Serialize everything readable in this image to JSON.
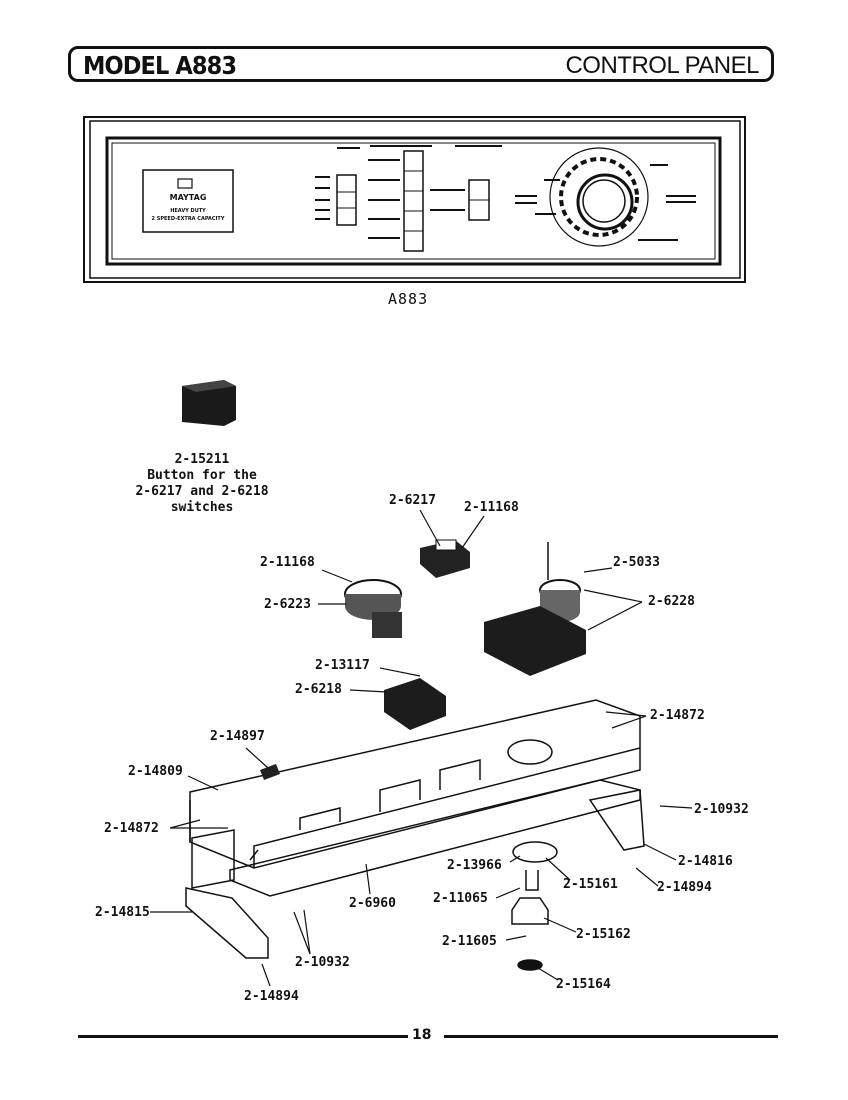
{
  "header": {
    "model": "MODEL A883",
    "section": "CONTROL PANEL"
  },
  "panel": {
    "caption": "A883",
    "brand": "MAYTAG",
    "badge_line1": "HEAVY DUTY",
    "badge_line2": "2 SPEED-EXTRA CAPACITY"
  },
  "button_part": {
    "number": "2-15211",
    "desc_lines": [
      "Button for the",
      "2-6217 and 2-6218",
      "switches"
    ]
  },
  "part_labels": [
    "2-6217",
    "2-11168",
    "2-11168",
    "2-5033",
    "2-6223",
    "2-6228",
    "2-13117",
    "2-6218",
    "2-14872",
    "2-14897",
    "2-14809",
    "2-10932",
    "2-14872",
    "2-14816",
    "2-13966",
    "2-15161",
    "2-14894",
    "2-6960",
    "2-11065",
    "2-14815",
    "2-15162",
    "2-11605",
    "2-10932",
    "2-15164",
    "2-14894"
  ],
  "footer": {
    "page": "18"
  }
}
